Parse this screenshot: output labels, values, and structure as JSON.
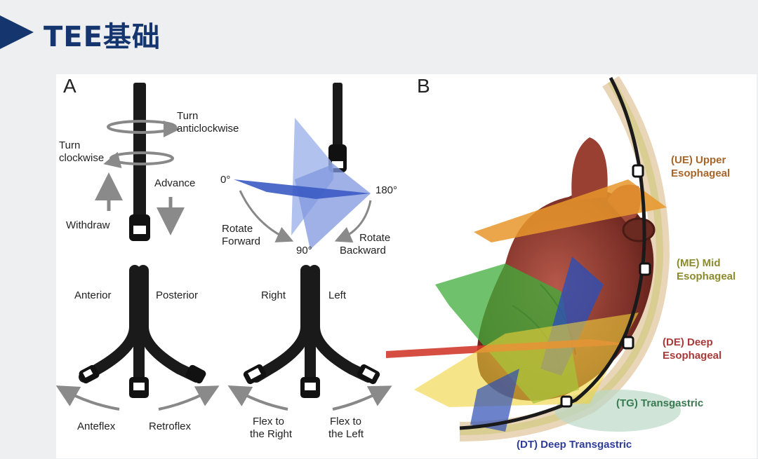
{
  "title": "TEE基础",
  "panel_a": {
    "letter": "A",
    "rotation": {
      "turn_anticlockwise": [
        "Turn",
        "anticlockwise"
      ],
      "turn_clockwise": [
        "Turn",
        "clockwise"
      ],
      "advance": "Advance",
      "withdraw": "Withdraw"
    },
    "angle": {
      "deg0": "0°",
      "deg180": "180°",
      "deg90": "90°",
      "rotate_forward": [
        "Rotate",
        "Forward"
      ],
      "rotate_backward": [
        "Rotate",
        "Backward"
      ]
    },
    "flex_ap": {
      "anterior": "Anterior",
      "posterior": "Posterior",
      "anteflex": "Anteflex",
      "retroflex": "Retroflex"
    },
    "flex_lr": {
      "right": "Right",
      "left": "Left",
      "flex_right": [
        "Flex to",
        "the Right"
      ],
      "flex_left": [
        "Flex to",
        "the Left"
      ]
    }
  },
  "panel_b": {
    "letter": "B",
    "levels": [
      {
        "lines": [
          "(UE) Upper",
          "Esophageal"
        ],
        "color": "#a7652a"
      },
      {
        "lines": [
          "(ME) Mid",
          "Esophageal"
        ],
        "color": "#8b8a2c"
      },
      {
        "lines": [
          "(DE) Deep",
          "Esophageal"
        ],
        "color": "#a83a3a"
      },
      {
        "lines": [
          "(TG) Transgastric"
        ],
        "color": "#3a7a52"
      },
      {
        "lines": [
          "(DT) Deep Transgastric"
        ],
        "color": "#2e3d9a"
      }
    ]
  },
  "colors": {
    "title": "#15356f",
    "plane_orange": "#e8962b",
    "plane_green": "#3fae3a",
    "plane_blue": "#2d4fb5",
    "plane_red": "#d23a2e",
    "plane_yellow": "#f0d23a",
    "heart": "#8a3a30"
  }
}
